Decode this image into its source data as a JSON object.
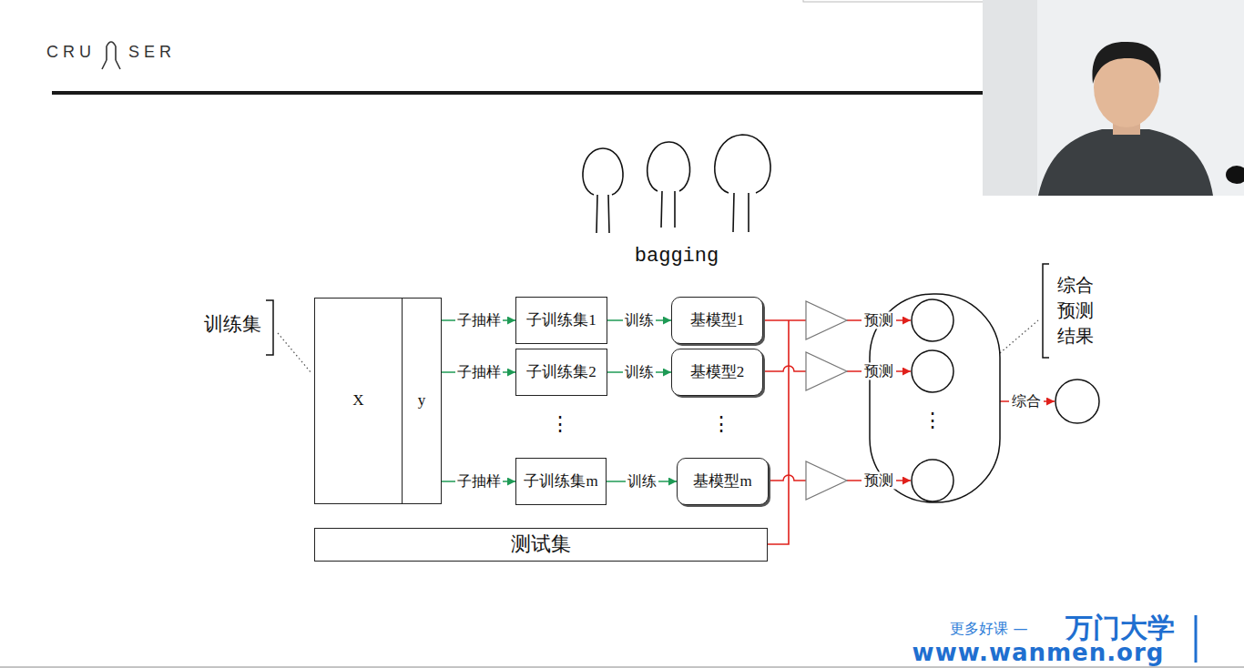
{
  "diagram": {
    "nodes": [
      {
        "text": [
          "X",
          "y"
        ]
      },
      {
        "text": [
          "子训练集1"
        ]
      },
      {
        "text": [
          "子训练集2"
        ]
      },
      {
        "text": [
          "子训练集m"
        ]
      },
      {
        "text": [
          "基模型1"
        ]
      },
      {
        "text": [
          "基模型2"
        ]
      },
      {
        "text": [
          "基模型m"
        ]
      },
      {
        "text": [
          "测试集"
        ]
      }
    ],
    "edges": [
      {
        "from": 0,
        "to": 1,
        "label": "子抽样",
        "arrow": "to"
      },
      {
        "from": 0,
        "to": 2,
        "label": "子抽样",
        "arrow": "to"
      },
      {
        "from": 0,
        "to": 3,
        "label": "子抽样",
        "arrow": "to"
      },
      {
        "from": 1,
        "to": 4,
        "label": "训练",
        "arrow": "to"
      },
      {
        "from": 2,
        "to": 5,
        "label": "训练",
        "arrow": "to"
      },
      {
        "from": 3,
        "to": 6,
        "label": "训练",
        "arrow": "to"
      }
    ],
    "labels": [
      "CRU",
      "SER",
      "bagging",
      "训练集",
      "⋮",
      "⋮",
      "预测",
      "预测",
      "预测",
      "⋮",
      "综合",
      "综合预测结果",
      "更多好课 —",
      "万门大学",
      "www.wanmen.org"
    ]
  }
}
